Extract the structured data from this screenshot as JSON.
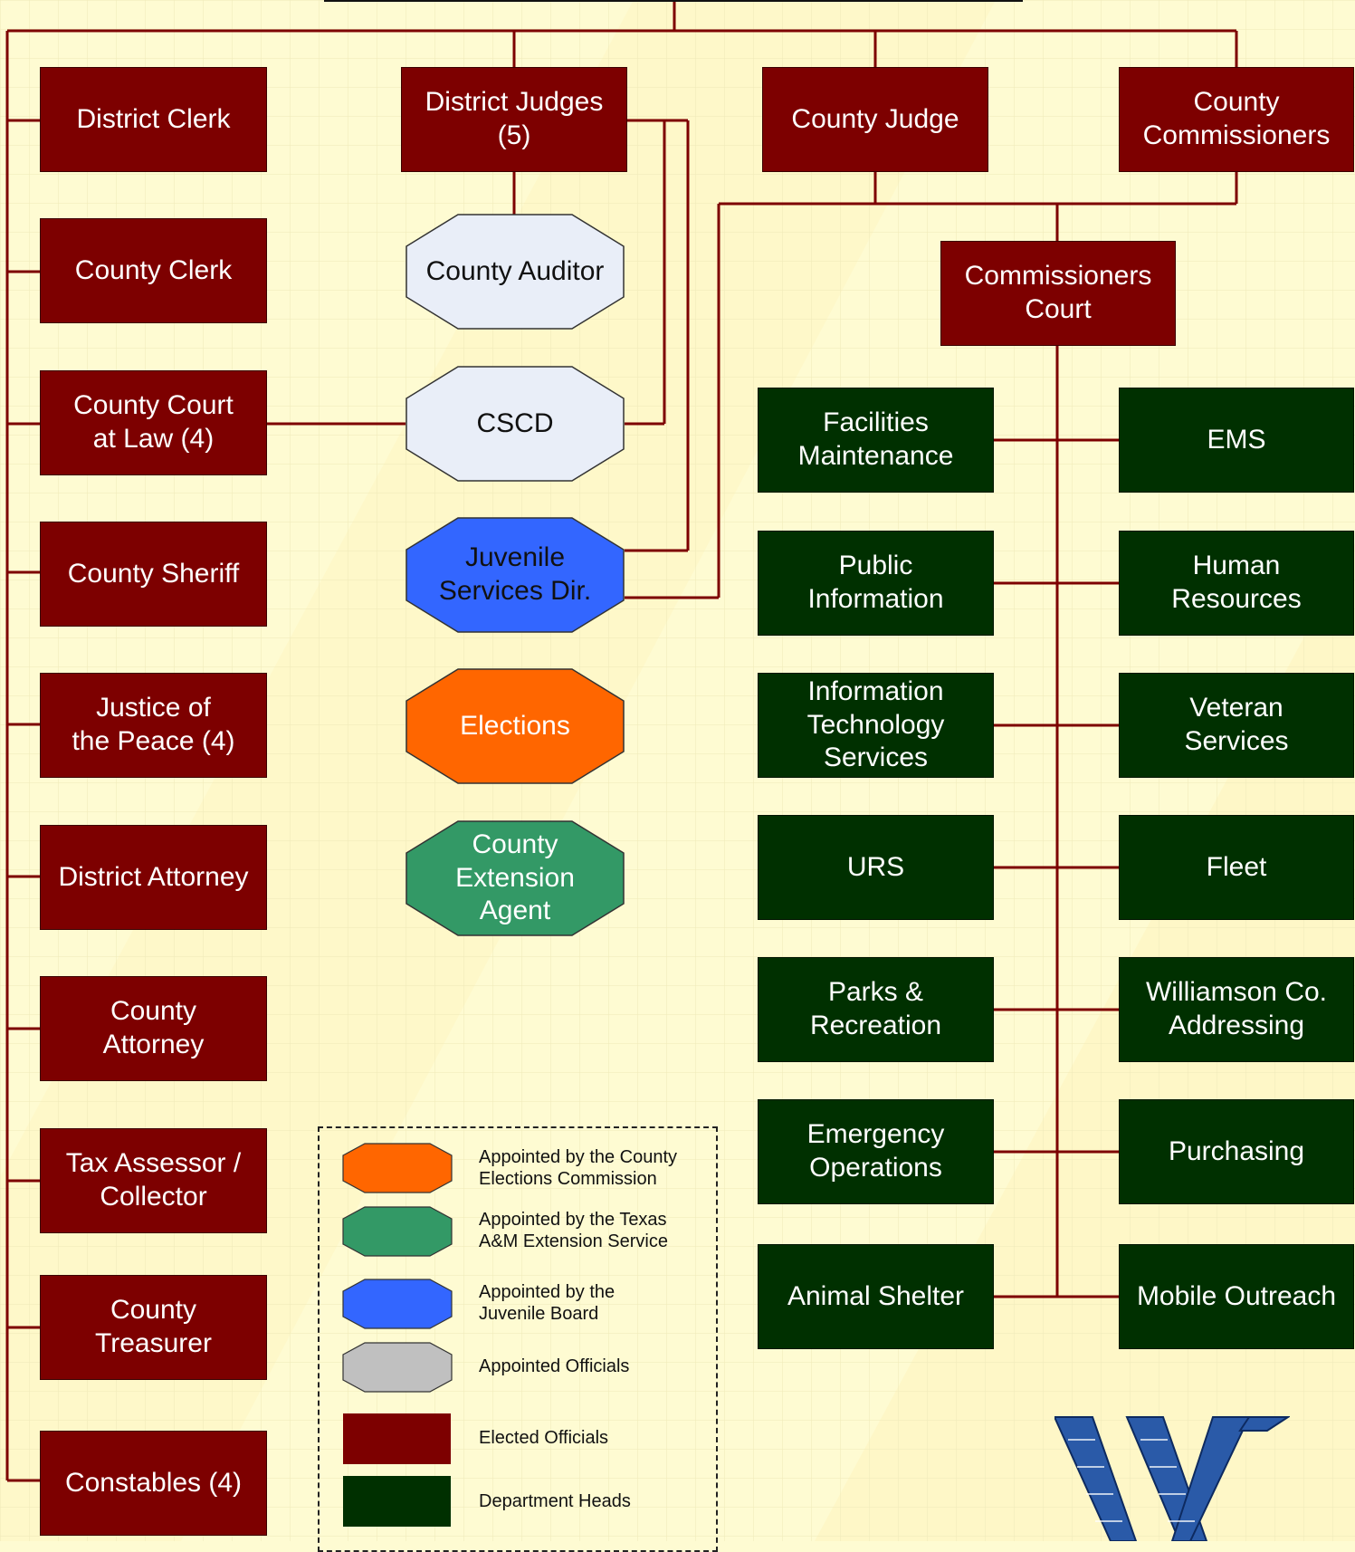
{
  "colors": {
    "elected": "#7d0000",
    "department": "#003000",
    "connector": "#7d0000",
    "elections": "#ff6600",
    "extension": "#339966",
    "juvenile": "#3366ff",
    "appointed": "#e9eef8",
    "appointed_legend": "#c0c0c0",
    "background": "#fefbd2"
  },
  "elected_officials": {
    "district_clerk": "District Clerk",
    "county_clerk": "County Clerk",
    "county_court_at_law": "County Court\nat Law (4)",
    "county_sheriff": "County Sheriff",
    "justice_of_the_peace": "Justice of\nthe Peace (4)",
    "district_attorney": "District Attorney",
    "county_attorney": "County\nAttorney",
    "tax_assessor": "Tax Assessor /\nCollector",
    "county_treasurer": "County\nTreasurer",
    "constables": "Constables (4)",
    "district_judges": "District Judges\n(5)",
    "county_judge": "County Judge",
    "county_commissioners": "County\nCommissioners",
    "commissioners_court": "Commissioners\nCourt"
  },
  "appointed_offices": {
    "county_auditor": "County Auditor",
    "cscd": "CSCD",
    "juvenile_services": "Juvenile\nServices Dir.",
    "elections": "Elections",
    "county_extension_agent": "County\nExtension\nAgent"
  },
  "departments": {
    "facilities_maintenance": "Facilities\nMaintenance",
    "ems": "EMS",
    "public_information": "Public\nInformation",
    "human_resources": "Human\nResources",
    "information_technology": "Information\nTechnology\nServices",
    "veteran_services": "Veteran\nServices",
    "urs": "URS",
    "fleet": "Fleet",
    "parks_recreation": "Parks &\nRecreation",
    "williamson_addressing": "Williamson Co.\nAddressing",
    "emergency_operations": "Emergency\nOperations",
    "purchasing": "Purchasing",
    "animal_shelter": "Animal Shelter",
    "mobile_outreach": "Mobile Outreach"
  },
  "legend": {
    "elections_commission": "Appointed by the County\nElections Commission",
    "texas_am": "Appointed by the Texas\nA&M Extension Service",
    "juvenile_board": "Appointed by the\nJuvenile Board",
    "appointed_officials": "Appointed Officials",
    "elected_officials": "Elected Officials",
    "department_heads": "Department Heads"
  },
  "logo": {
    "letter": "W",
    "color": "#2a5aa8"
  }
}
